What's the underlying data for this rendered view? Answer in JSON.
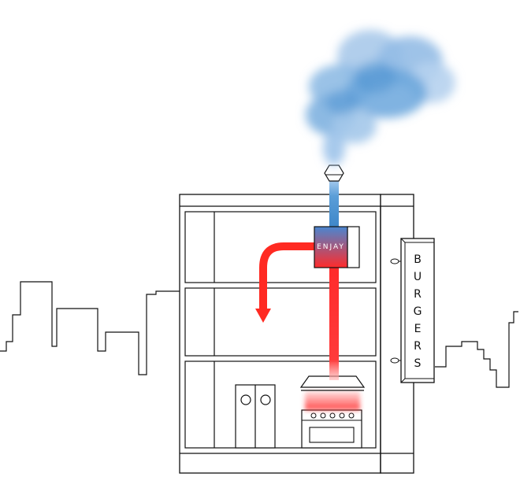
{
  "unit_brand": "ENJAY",
  "sign": {
    "letters": [
      "B",
      "U",
      "R",
      "G",
      "E",
      "R",
      "S"
    ]
  },
  "colors": {
    "hot": "#ff2a22",
    "cool": "#3f87c9",
    "smoke": "#6fa8dc",
    "outline": "#111111"
  },
  "icons": {
    "smoke": "smoke-cloud-icon",
    "unit": "ventilation-unit-icon",
    "hood": "kitchen-hood-icon",
    "stove": "stove-icon",
    "fridge": "fridge-icon",
    "sign": "burgers-sign-icon"
  }
}
